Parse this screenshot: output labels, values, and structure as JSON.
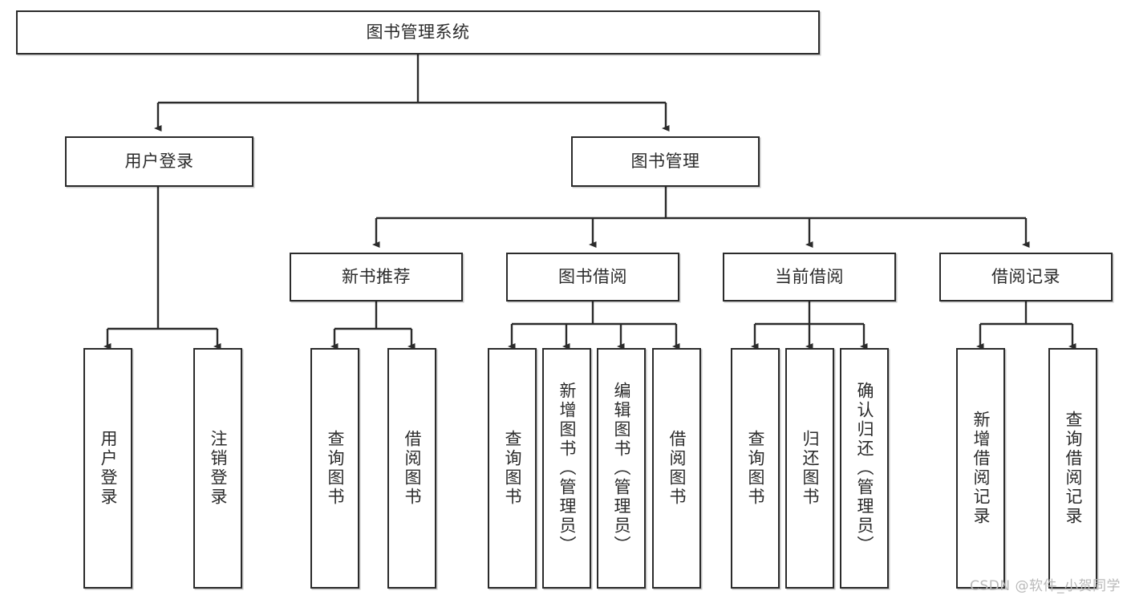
{
  "diagram": {
    "type": "tree",
    "title": "图书管理系统",
    "watermark": "CSDN @软件_小贺同学",
    "colors": {
      "box_border": "#2b2b2b",
      "box_fill": "#ffffff",
      "edge": "#2b2b2b",
      "text": "#2b2b2b",
      "watermark": "#b9b9b9",
      "background": "#ffffff"
    },
    "nodes": {
      "root": {
        "label": "图书管理系统"
      },
      "level2": [
        {
          "id": "user-login",
          "label": "用户登录"
        },
        {
          "id": "book-manage",
          "label": "图书管理"
        }
      ],
      "level3": [
        {
          "id": "new-book-rec",
          "label": "新书推荐"
        },
        {
          "id": "book-borrow",
          "label": "图书借阅"
        },
        {
          "id": "current-borrow",
          "label": "当前借阅"
        },
        {
          "id": "borrow-record",
          "label": "借阅记录"
        }
      ],
      "leaves": {
        "user-login": [
          {
            "id": "leaf-user-login",
            "label": "用户登录"
          },
          {
            "id": "leaf-logout",
            "label": "注销登录"
          }
        ],
        "new-book-rec": [
          {
            "id": "leaf-query-book-1",
            "label": "查询图书"
          },
          {
            "id": "leaf-borrow-book-1",
            "label": "借阅图书"
          }
        ],
        "book-borrow": [
          {
            "id": "leaf-query-book-2",
            "label": "查询图书"
          },
          {
            "id": "leaf-add-book",
            "label": "新增图书（管理员）"
          },
          {
            "id": "leaf-edit-book",
            "label": "编辑图书（管理员）"
          },
          {
            "id": "leaf-borrow-book-2",
            "label": "借阅图书"
          }
        ],
        "current-borrow": [
          {
            "id": "leaf-query-book-3",
            "label": "查询图书"
          },
          {
            "id": "leaf-return-book",
            "label": "归还图书"
          },
          {
            "id": "leaf-confirm-return",
            "label": "确认归还（管理员）"
          }
        ],
        "borrow-record": [
          {
            "id": "leaf-add-record",
            "label": "新增借阅记录"
          },
          {
            "id": "leaf-query-record",
            "label": "查询借阅记录"
          }
        ]
      }
    }
  }
}
